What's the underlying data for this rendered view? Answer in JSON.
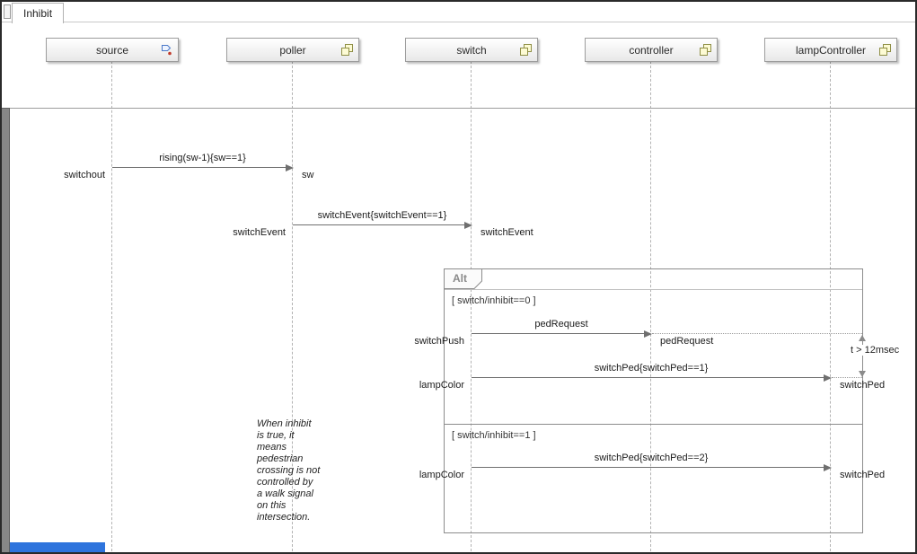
{
  "tab": {
    "label": "Inhibit"
  },
  "lifelines": [
    {
      "label": "source"
    },
    {
      "label": "poller"
    },
    {
      "label": "switch"
    },
    {
      "label": "controller"
    },
    {
      "label": "lampController"
    }
  ],
  "messages": [
    {
      "label": "rising(sw-1){sw==1}",
      "from": "source",
      "to": "poller",
      "source_event": "switchout",
      "target_event": "sw"
    },
    {
      "label": "switchEvent{switchEvent==1}",
      "from": "poller",
      "to": "switch",
      "source_event": "switchEvent",
      "target_event": "switchEvent"
    },
    {
      "label": "pedRequest",
      "from": "switch",
      "to": "controller",
      "source_event": "switchPush",
      "target_event": "pedRequest"
    },
    {
      "label": "switchPed{switchPed==1}",
      "from": "switch",
      "to": "lampController",
      "source_event": "lampColor",
      "target_event": "switchPed"
    },
    {
      "label": "switchPed{switchPed==2}",
      "from": "switch",
      "to": "lampController",
      "source_event": "lampColor",
      "target_event": "switchPed"
    }
  ],
  "fragment": {
    "operator": "Alt",
    "guards": [
      "[ switch/inhibit==0 ]",
      "[ switch/inhibit==1 ]"
    ]
  },
  "duration_constraint": {
    "label": "t > 12msec"
  },
  "annotation": {
    "text": "When inhibit\nis true, it\nmeans\npedestrian\ncrossing is not\ncontrolled by\na walk signal\non this\nintersection."
  },
  "colors": {
    "arrow": "#6f6f6f",
    "lifeline": "#b3b3b3",
    "fragment_border": "#8c8c8c",
    "scroll_thumb": "#2e74dd"
  }
}
